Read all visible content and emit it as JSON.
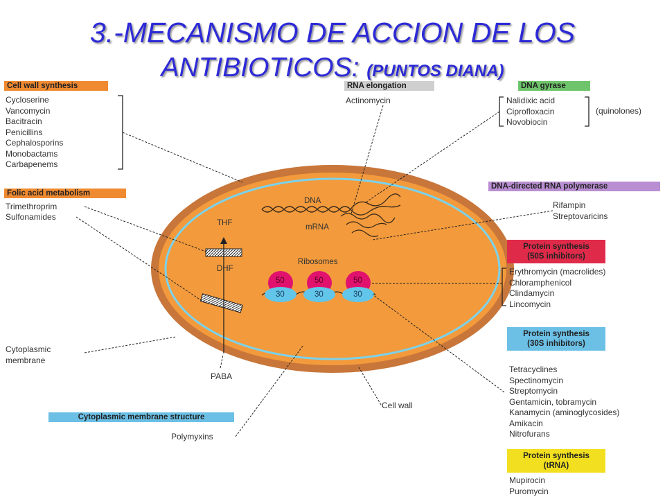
{
  "title": {
    "line1": "3.-MECANISMO DE ACCION DE LOS",
    "line2": "ANTIBIOTICOS: ",
    "line2_sub": "(PUNTOS DIANA)"
  },
  "colors": {
    "title": "#2d2ad6",
    "cell_wall": "#c8763a",
    "cytoplasm": "#f39a3c",
    "membrane": "#7cd2ea",
    "ribosome_50s": "#e0126e",
    "ribosome_30s": "#62c6ea"
  },
  "cell_labels": {
    "dna": "DNA",
    "mrna": "mRNA",
    "ribosomes": "Ribosomes",
    "thf": "THF",
    "dhf": "DHF",
    "paba": "PABA",
    "r50": "50",
    "r30": "30"
  },
  "groups": {
    "cell_wall_synthesis": {
      "header": "Cell wall synthesis",
      "items": [
        "Cycloserine",
        "Vancomycin",
        "Bacitracin",
        "Penicillins",
        "Cephalosporins",
        "Monobactams",
        "Carbapenems"
      ]
    },
    "folic_acid": {
      "header": "Folic acid metabolism",
      "items": [
        "Trimethroprim",
        "Sulfonamides"
      ]
    },
    "rna_elongation": {
      "header": "RNA elongation",
      "items": [
        "Actinomycin"
      ]
    },
    "dna_gyrase": {
      "header": "DNA gyrase",
      "items": [
        "Nalidixic acid",
        "Ciprofloxacin",
        "Novobiocin"
      ],
      "bracket_label": "(quinolones)"
    },
    "rna_polymerase": {
      "header": "DNA-directed RNA polymerase",
      "items": [
        "Rifampin",
        "Streptovaricins"
      ]
    },
    "protein_50s": {
      "header_line1": "Protein synthesis",
      "header_line2": "(50S inhibitors)",
      "items": [
        "Erythromycin (macrolides)",
        "Chloramphenicol",
        "Clindamycin",
        "Lincomycin"
      ]
    },
    "protein_30s": {
      "header_line1": "Protein synthesis",
      "header_line2": "(30S inhibitors)",
      "items": [
        "Tetracyclines",
        "Spectinomycin",
        "Streptomycin",
        "Gentamicin, tobramycin",
        "Kanamycin (aminoglycosides)",
        "Amikacin",
        "Nitrofurans"
      ]
    },
    "protein_trna": {
      "header_line1": "Protein synthesis",
      "header_line2": "(tRNA)",
      "items": [
        "Mupirocin",
        "Puromycin"
      ]
    },
    "membrane_structure": {
      "header": "Cytoplasmic membrane structure",
      "items": [
        "Polymyxins"
      ]
    }
  },
  "annotations": {
    "cytoplasmic_membrane": [
      "Cytoplasmic",
      "membrane"
    ],
    "cell_wall": "Cell wall"
  }
}
